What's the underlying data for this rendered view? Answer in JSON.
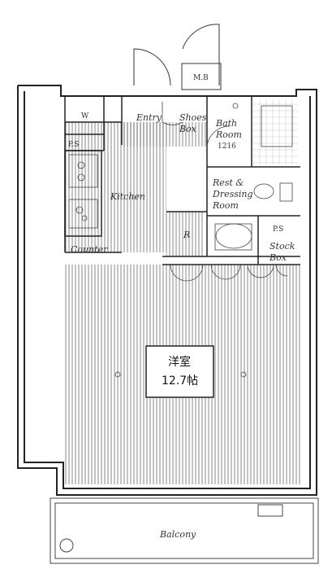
{
  "labels": {
    "mb": "M.B",
    "entry": "Entry",
    "shoes_box_1": "Shoes",
    "shoes_box_2": "Box",
    "bath_1": "Bath",
    "bath_2": "Room",
    "bath_size": "1216",
    "w": "W",
    "ps_left": "P.S",
    "kitchen": "Kitchen",
    "rest_1": "Rest &",
    "rest_2": "Dressing",
    "rest_3": "Room",
    "r": "R",
    "ps_right": "P.S",
    "stock_1": "Stock",
    "stock_2": "Box",
    "counter": "Counter",
    "main_room_1": "洋室",
    "main_room_2": "12.7帖",
    "balcony": "Balcony"
  }
}
